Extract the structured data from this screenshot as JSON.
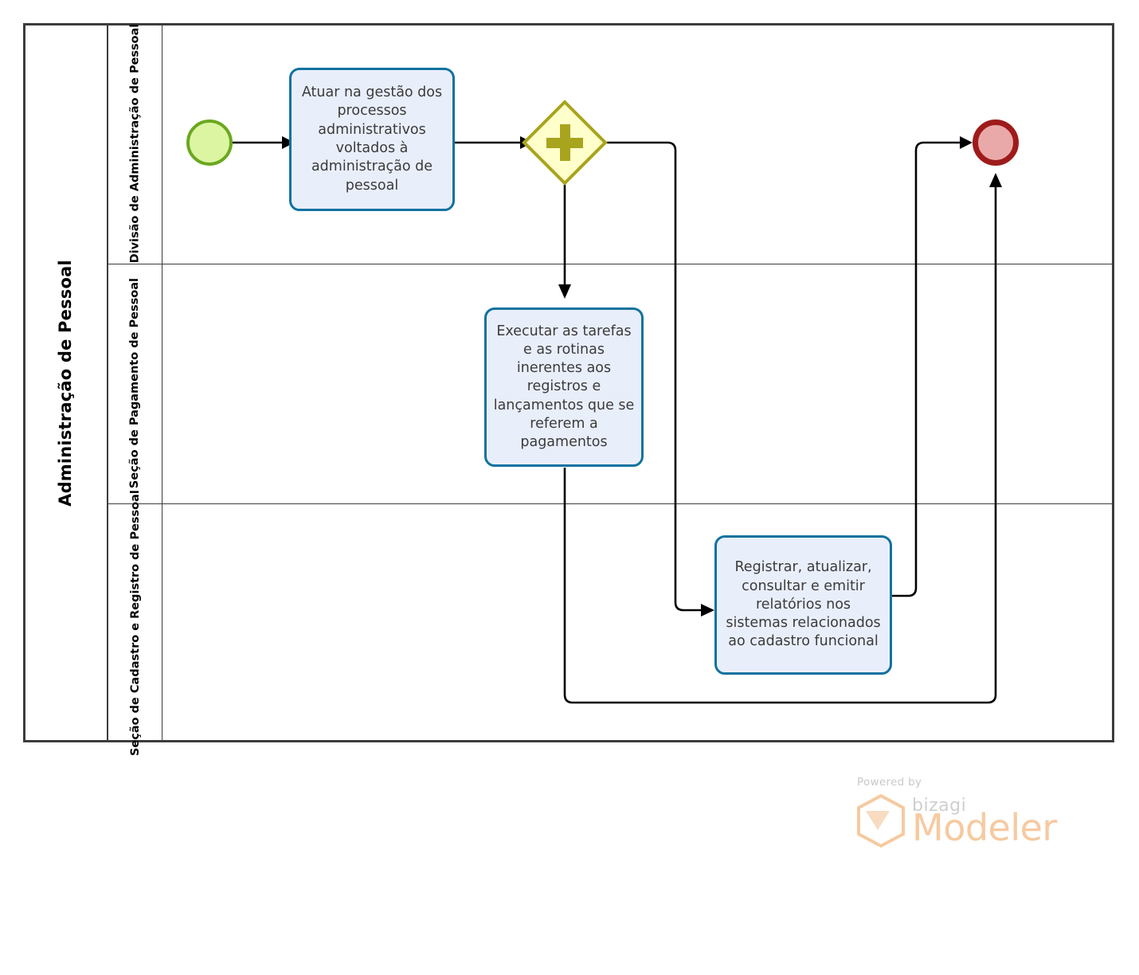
{
  "diagram": {
    "type": "bpmn-process",
    "pool": {
      "label": "Administração de Pessoal"
    },
    "lanes": [
      {
        "id": "lane-divisao",
        "label": "Divisão de Administração de Pessoal"
      },
      {
        "id": "lane-pagamento",
        "label": "Seção de Pagamento de Pessoal"
      },
      {
        "id": "lane-cadastro",
        "label": "Seção de Cadastro e Registro de Pessoal"
      }
    ],
    "events": {
      "start": {
        "name": "start-event",
        "label": ""
      },
      "end": {
        "name": "end-event",
        "label": ""
      }
    },
    "gateway": {
      "name": "parallel-gateway",
      "symbol": "+",
      "label": ""
    },
    "tasks": [
      {
        "id": "task-1",
        "lane": "lane-divisao",
        "label": "Atuar na gestão dos processos administrativos voltados à administração de pessoal"
      },
      {
        "id": "task-2",
        "lane": "lane-pagamento",
        "label": "Executar as tarefas e as rotinas inerentes aos registros e lançamentos  que se referem a pagamentos"
      },
      {
        "id": "task-3",
        "lane": "lane-cadastro",
        "label": "Registrar, atualizar, consultar e emitir relatórios nos sistemas relacionados ao cadastro funcional"
      }
    ],
    "flows": [
      {
        "from": "start-event",
        "to": "task-1"
      },
      {
        "from": "task-1",
        "to": "parallel-gateway"
      },
      {
        "from": "parallel-gateway",
        "to": "task-2"
      },
      {
        "from": "parallel-gateway",
        "to": "task-3"
      },
      {
        "from": "task-2",
        "to": "end-event"
      },
      {
        "from": "task-3",
        "to": "end-event"
      }
    ],
    "colors": {
      "task_fill": "#e9eefb",
      "task_border": "#10729f",
      "start_fill": "#dcf5a2",
      "start_border": "#6aa81f",
      "end_fill": "#eaa9a9",
      "end_border": "#9e1b1b",
      "gateway_fill": "#ffffcc",
      "gateway_border": "#a8a41e",
      "pool_border": "#3c3c3c",
      "connector": "#000000",
      "brand_accent": "#f6caa0"
    }
  },
  "brand": {
    "powered_by": "Powered by",
    "bizagi": "bizagi",
    "modeler": "Modeler"
  }
}
